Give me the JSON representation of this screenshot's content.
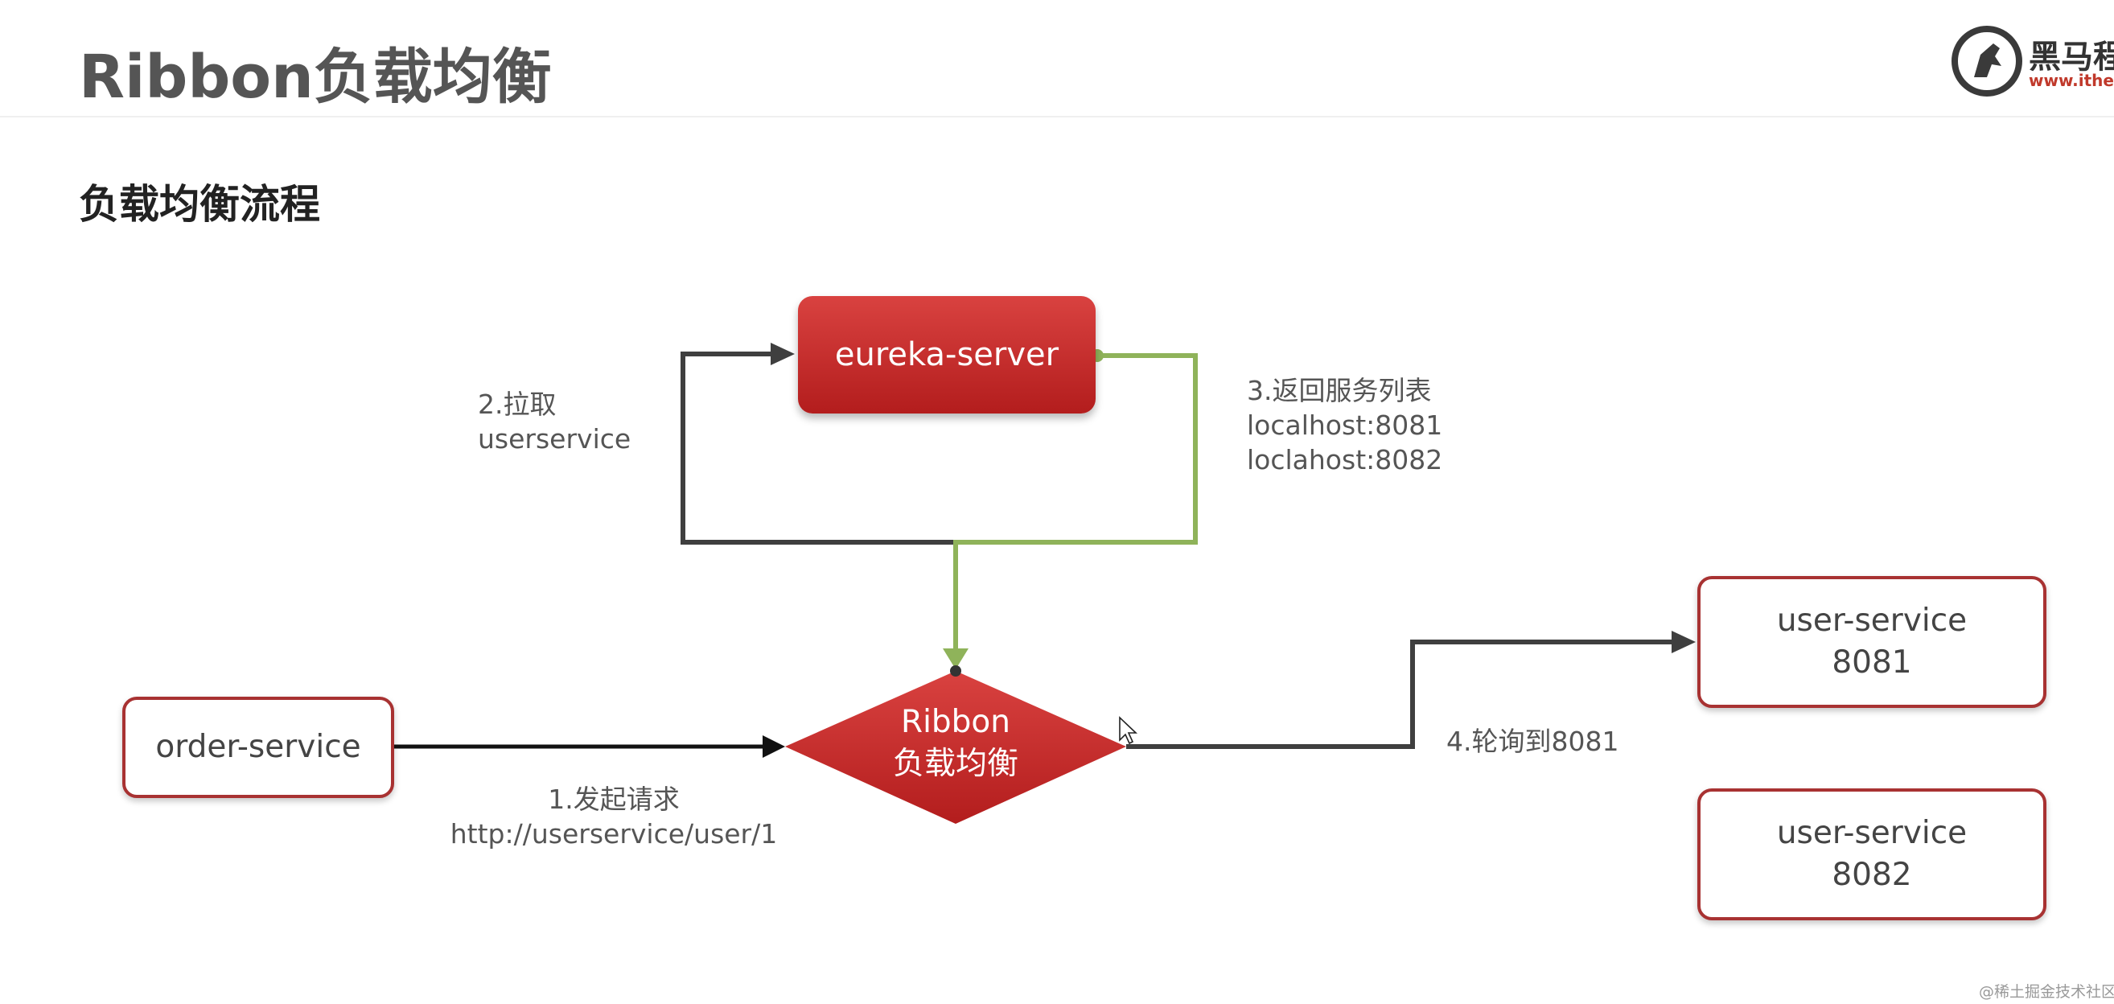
{
  "slide": {
    "title": "Ribbon负载均衡"
  },
  "logo": {
    "name": "黑马程",
    "url": "www.itheir"
  },
  "section": {
    "heading": "负载均衡流程"
  },
  "nodes": {
    "eureka_server": "eureka-server",
    "order_service": "order-service",
    "ribbon": {
      "line1": "Ribbon",
      "line2": "负载均衡"
    },
    "user_service_1": {
      "line1": "user-service",
      "line2": "8081"
    },
    "user_service_2": {
      "line1": "user-service",
      "line2": "8082"
    }
  },
  "labels": {
    "step1": {
      "line1": "1.发起请求",
      "line2": "http://userservice/user/1"
    },
    "step2": {
      "line1": "2.拉取",
      "line2": "userservice"
    },
    "step3": {
      "line1": "3.返回服务列表",
      "line2": "localhost:8081",
      "line3": "loclahost:8082"
    },
    "step4": "4.轮询到8081"
  },
  "colors": {
    "node_red": "#c62828",
    "node_border": "#a83232",
    "arrow_dark": "#3f3f3f",
    "arrow_green": "#8fb35a"
  },
  "watermark": "@稀土掘金技术社区"
}
